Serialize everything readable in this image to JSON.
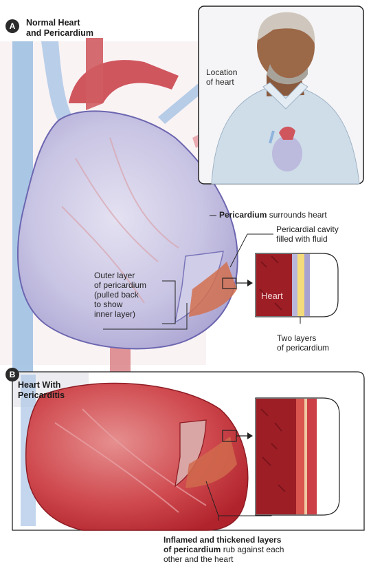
{
  "panel_a": {
    "badge": "A",
    "title_line1": "Normal Heart",
    "title_line2": "and Pericardium",
    "inset_label_line1": "Location",
    "inset_label_line2": "of heart",
    "pericardium_bold": "Pericardium",
    "pericardium_rest": " surrounds heart",
    "cavity_line1": "Pericardial cavity",
    "cavity_line2": "filled with fluid",
    "outer_line1": "Outer layer",
    "outer_line2": "of pericardium",
    "outer_line3": "(pulled back",
    "outer_line4": "to show",
    "outer_line5": "inner layer)",
    "zoom_heart_label": "Heart",
    "two_layers_line1": "Two layers",
    "two_layers_line2": "of pericardium"
  },
  "panel_b": {
    "badge": "B",
    "title_line1": "Heart With",
    "title_line2": "Pericarditis",
    "caption_bold1": "Inflamed and thickened layers",
    "caption_bold2": "of pericardium",
    "caption_rest2": " rub against each",
    "caption_line3": "other and the heart"
  },
  "colors": {
    "heart_red": "#c8323a",
    "muscle_dark": "#9e1e26",
    "pericardium_lilac": "#b9b6dc",
    "fluid_yellow": "#f4dc7a",
    "vessel_blue": "#8fb4dd"
  }
}
